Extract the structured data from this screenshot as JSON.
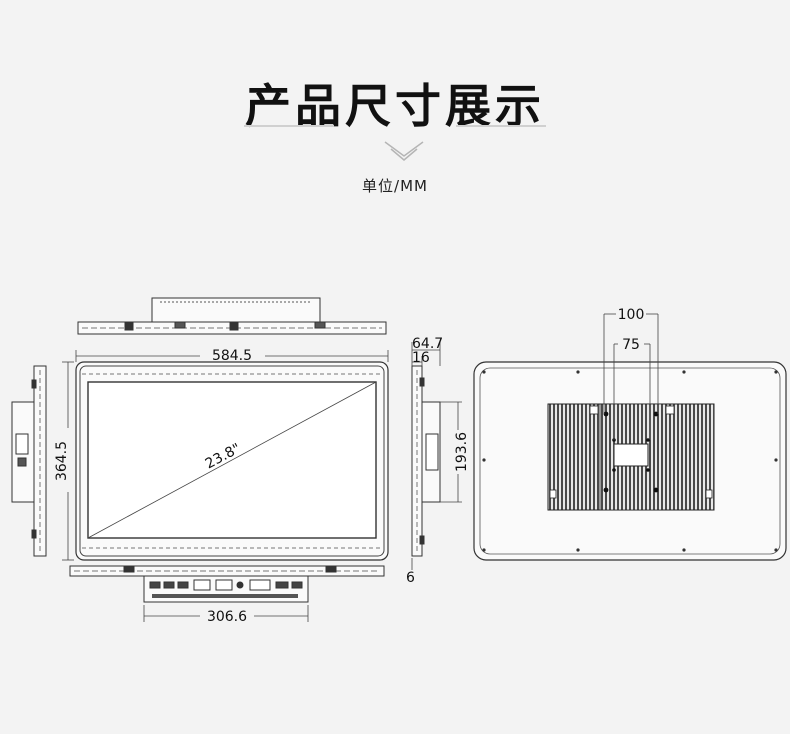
{
  "header": {
    "title": "产品尺寸展示",
    "unit": "单位/MM"
  },
  "dimensions": {
    "width": "584.5",
    "height": "364.5",
    "diagonal": "23.8\"",
    "depth_total": "64.7",
    "depth_panel": "16",
    "depth_bottom": "6",
    "bracket_height": "193.6",
    "io_width": "306.6",
    "vesa_outer": "100",
    "vesa_inner": "75"
  },
  "colors": {
    "line": "#333333",
    "fill_dark": "#1f1f1f",
    "background": "#f3f3f3",
    "white": "#ffffff"
  }
}
